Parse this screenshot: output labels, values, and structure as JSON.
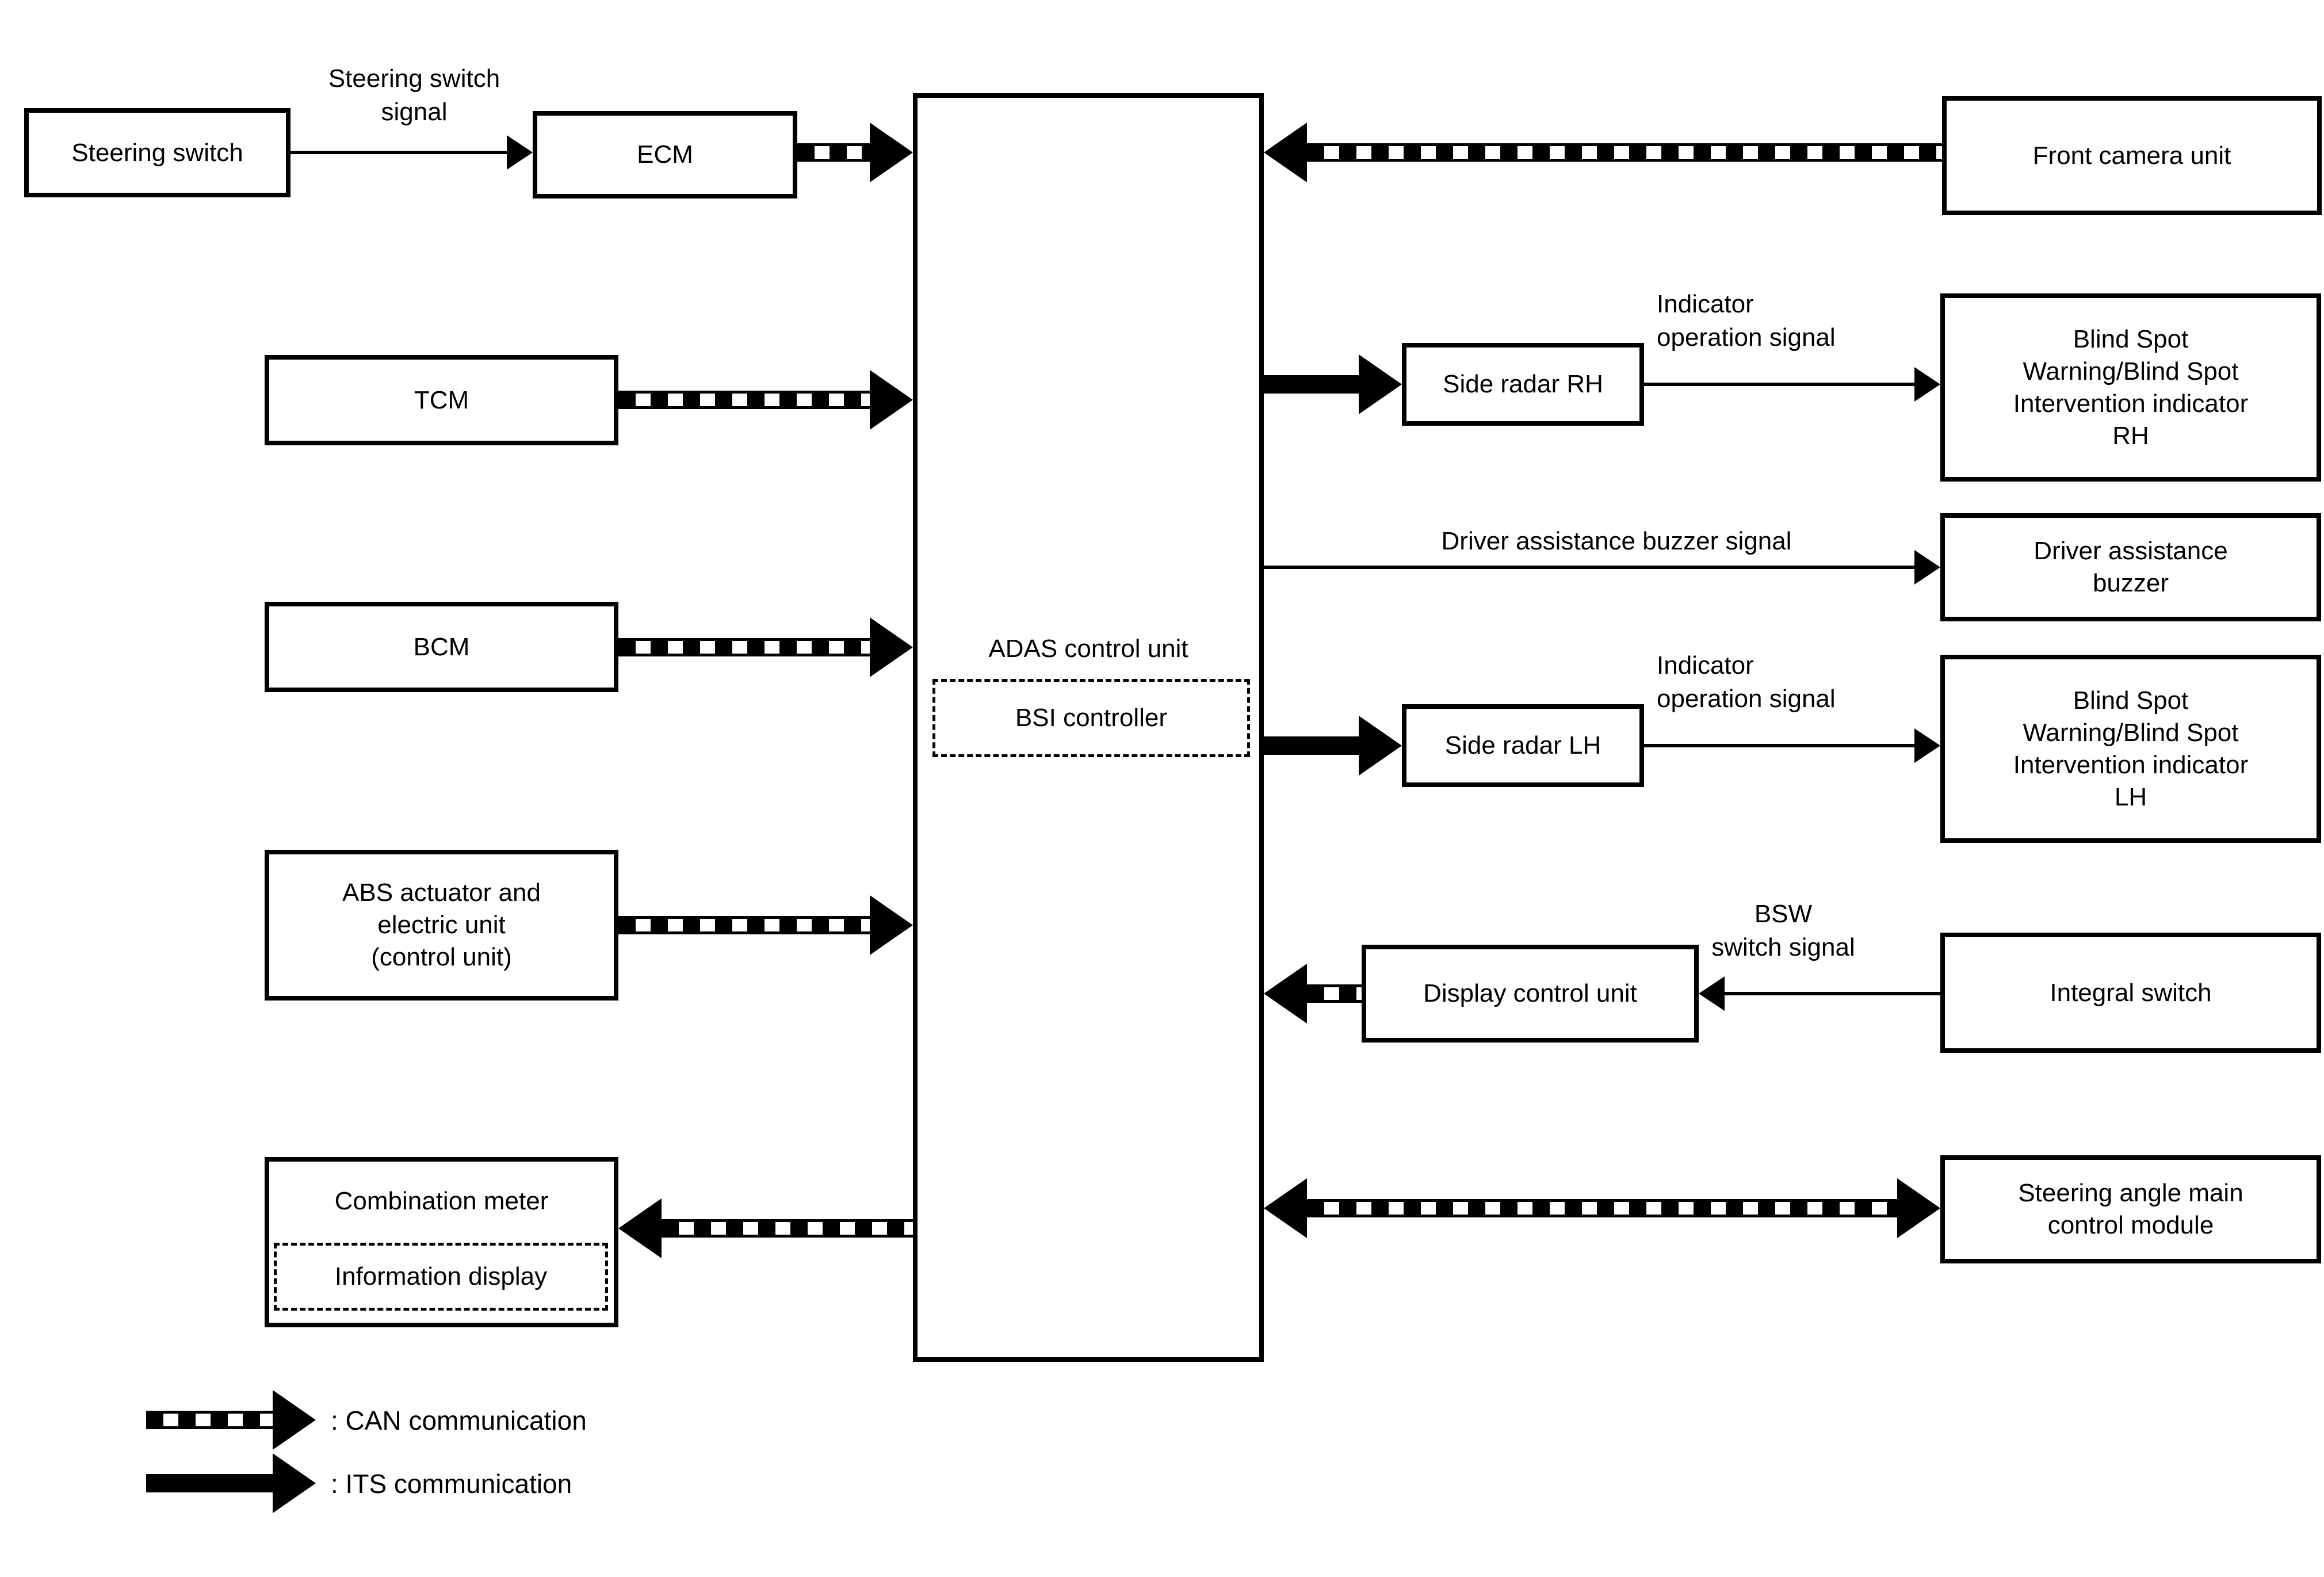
{
  "diagram": {
    "nodes": {
      "steering_switch": "Steering switch",
      "ecm": "ECM",
      "tcm": "TCM",
      "bcm": "BCM",
      "abs_actuator": "ABS actuator and\nelectric unit\n(control unit)",
      "combination_meter": "Combination meter",
      "information_display": "Information display",
      "adas": "ADAS control unit",
      "bsi": "BSI controller",
      "front_camera": "Front camera unit",
      "side_radar_rh": "Side radar RH",
      "bsw_indicator_rh": "Blind Spot\nWarning/Blind Spot\nIntervention indicator\nRH",
      "driver_assistance_buzzer": "Driver assistance\nbuzzer",
      "side_radar_lh": "Side radar LH",
      "bsw_indicator_lh": "Blind Spot\nWarning/Blind Spot\nIntervention indicator\nLH",
      "display_control_unit": "Display control unit",
      "integral_switch": "Integral switch",
      "steering_angle_module": "Steering angle main\ncontrol module"
    },
    "signals": {
      "steering_switch_signal": "Steering switch\nsignal",
      "indicator_operation_signal_rh": "Indicator\noperation signal",
      "driver_assistance_buzzer_signal": "Driver assistance buzzer signal",
      "indicator_operation_signal_lh": "Indicator\noperation signal",
      "bsw_switch_signal": "BSW\nswitch signal"
    },
    "legend": {
      "can": ": CAN communication",
      "its": ": ITS communication"
    },
    "colors": {
      "line": "#000000",
      "background": "#ffffff"
    }
  }
}
